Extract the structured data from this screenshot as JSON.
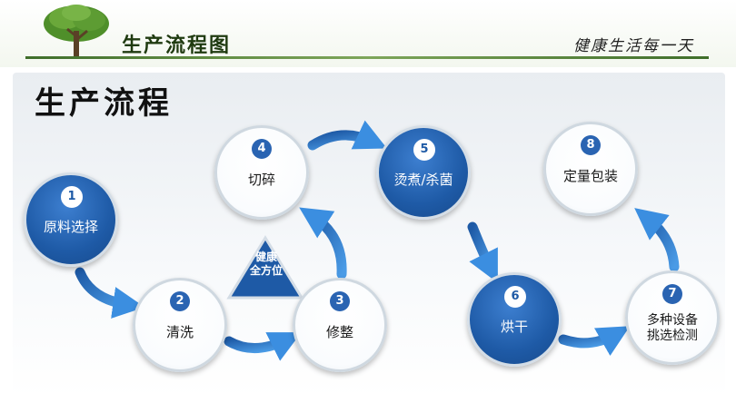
{
  "header": {
    "title": "生产流程图",
    "slogan": "健康生活每一天"
  },
  "section_title": "生产流程",
  "center_badge": {
    "line1": "健康",
    "line2": "全方位"
  },
  "steps": [
    {
      "number": "1",
      "line1": "原料选择",
      "line2": ""
    },
    {
      "number": "2",
      "line1": "清洗",
      "line2": ""
    },
    {
      "number": "3",
      "line1": "修整",
      "line2": ""
    },
    {
      "number": "4",
      "line1": "切碎",
      "line2": ""
    },
    {
      "number": "5",
      "line1": "烫煮/杀菌",
      "line2": ""
    },
    {
      "number": "6",
      "line1": "烘干",
      "line2": ""
    },
    {
      "number": "7",
      "line1": "多种设备",
      "line2": "挑选检测"
    },
    {
      "number": "8",
      "line1": "定量包装",
      "line2": ""
    }
  ],
  "colors": {
    "accent_blue": "#1e5aa6",
    "arrow_blue": "#2f7fd4",
    "header_green": "#3f6e2a"
  }
}
